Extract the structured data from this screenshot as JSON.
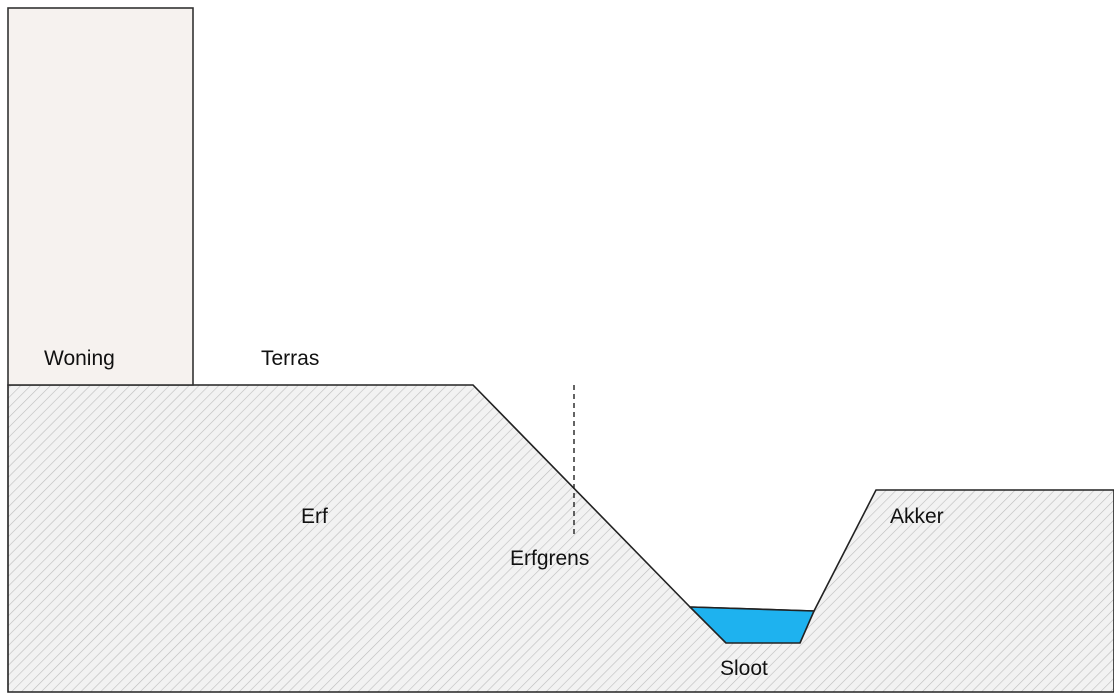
{
  "labels": {
    "woning": "Woning",
    "terras": "Terras",
    "erf": "Erf",
    "erfgrens": "Erfgrens",
    "akker": "Akker",
    "sloot": "Sloot"
  },
  "colors": {
    "house_fill": "#f6f2ef",
    "ground_fill": "#f2f2f2",
    "hatch": "#bdbdbd",
    "water": "#1eb2ef",
    "line": "#222222"
  }
}
